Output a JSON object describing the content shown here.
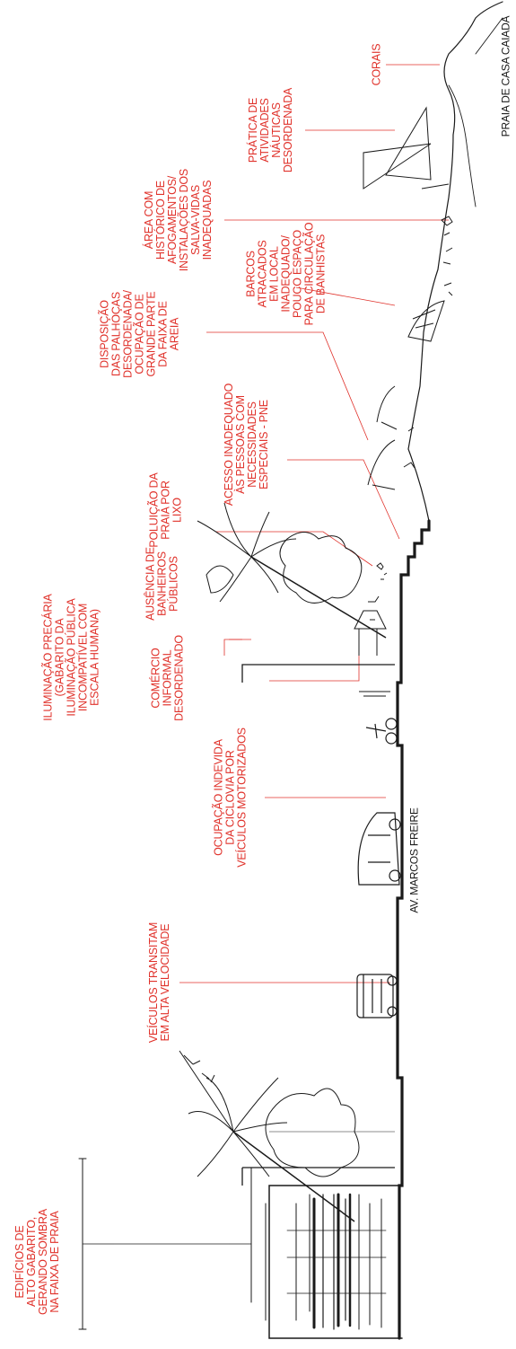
{
  "labels": {
    "edificios": [
      "EDIFÍCIOS DE",
      "ALTO GABARITO,",
      "GERANDO SOMBRA",
      "NA FAIXA DE PRAIA"
    ],
    "veiculos_transitam": [
      "VEÍCULOS TRANSITAM",
      "EM ALTA VELOCIDADE"
    ],
    "ocupacao_ciclovia": [
      "OCUPAÇÃO INDEVIDA",
      "DA CICLOVIA POR",
      "VEÍCULOS MOTORIZADOS"
    ],
    "iluminacao": [
      "ILUMINAÇÃO PRECÁRIA",
      "(GABARITO DA",
      "ILUMINAÇÃO PÚBLICA",
      "INCOMPATÍVEL COM",
      "ESCALA HUMANA)"
    ],
    "comercio": [
      "COMÉRCIO",
      "INFORMAL",
      "DESORDENADO"
    ],
    "banheiros": [
      "AUSÊNCIA DE",
      "BANHEIROS",
      "PÚBLICOS"
    ],
    "poluicao": [
      "POLUIÇÃO DA",
      "PRAIA POR",
      "LIXO"
    ],
    "acesso": [
      "ACESSO INADEQUADO",
      "ÀS PESSOAS COM",
      "NECESSIDADES",
      "ESPECIAIS - PNE"
    ],
    "palhocas": [
      "DISPOSIÇÃO",
      "DAS PALHOÇAS",
      "DESORDENADA/",
      "OCUPAÇÃO DE",
      "GRANDE PARTE",
      "DA FAIXA DE",
      "AREIA"
    ],
    "barcos": [
      "BARCOS",
      "ATRACADOS",
      "EM LOCAL",
      "INADEQUADO/",
      "POUCO ESPAÇO",
      "PARA CIRCULAÇÃO",
      "DE BANHISTAS"
    ],
    "afogamentos": [
      "ÁREA COM",
      "HISTÓRICO DE",
      "AFOGAMENTOS/",
      "INSTALAÇÕES DOS",
      "SALVA-VIDAS",
      "INADEQUADAS"
    ],
    "nauticas": [
      "PRÁTICA DE",
      "ATIVIDADES",
      "NÁUTICAS",
      "DESORDENADA"
    ],
    "corais": [
      "CORAIS"
    ],
    "avenida": [
      "AV. MARCOS FREIRE"
    ],
    "praia": [
      "PRAIA DE CASA CAIADA"
    ]
  },
  "colors": {
    "annotation": "#e0322b",
    "sketch": "#1a1a1a"
  }
}
